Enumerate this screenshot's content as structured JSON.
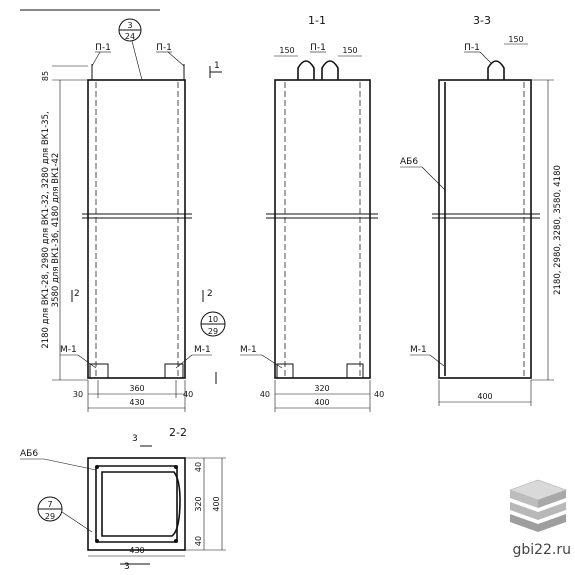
{
  "sections": {
    "s11": "1-1",
    "s33": "3-3",
    "s22": "2-2",
    "cut1": "1",
    "cut2a": "2",
    "cut2b": "2",
    "cut3": "3",
    "cut3b": "3"
  },
  "labels": {
    "p1": "П-1",
    "m1": "М-1",
    "ab6": "АБ6"
  },
  "callouts": [
    {
      "top": "3",
      "bottom": "24"
    },
    {
      "top": "10",
      "bottom": "29"
    },
    {
      "top": "7",
      "bottom": "29"
    }
  ],
  "dims": {
    "front": {
      "d30": "30",
      "d360": "360",
      "d40": "40",
      "d430": "430",
      "d85": "85",
      "height_text": "2180 для ВК1-28, 2980 для ВК1-32, 3280 для ВК1-35,",
      "height_text2": "3580 для ВК1-36, 4180 для ВК1-42"
    },
    "s11": {
      "d150a": "150",
      "d150b": "150",
      "d40a": "40",
      "d320": "320",
      "d40b": "40",
      "d400": "400"
    },
    "s33": {
      "d150": "150",
      "d400": "400",
      "heights": "2180, 2980, 3280, 3580, 4180"
    },
    "s22": {
      "d430": "430",
      "d400": "400",
      "d320": "320",
      "d40a": "40",
      "d40b": "40"
    }
  },
  "watermark": "gbi22.ru"
}
